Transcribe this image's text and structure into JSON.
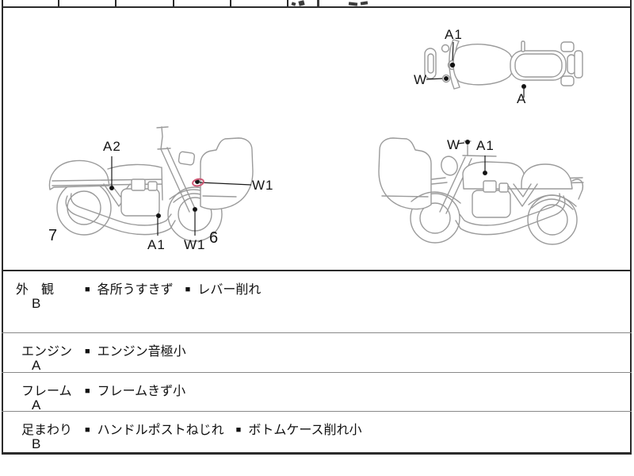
{
  "colors": {
    "sketch_line": "#9b9b9b",
    "border": "#2b2b2b",
    "text": "#111111",
    "damage_mark_red": "#cf5a76"
  },
  "diagram": {
    "callouts": {
      "top_a1": "A1",
      "top_w": "W",
      "top_a": "A",
      "side1_a2": "A2",
      "side1_a1": "A1",
      "side1_w1_fork": "W1",
      "side1_w1_front": "W1",
      "side1_wheel_7": "7",
      "side1_wheel_6": "6",
      "side2_w": "W",
      "side2_a1": "A1"
    }
  },
  "inspection_table": {
    "bullet": "■",
    "rows": [
      {
        "section": "外　観",
        "grade": "B",
        "comments": [
          "各所うすきず",
          "レバー削れ"
        ]
      },
      {
        "section": "エンジン",
        "grade": "A",
        "comments": [
          "エンジン音極小"
        ]
      },
      {
        "section": "フレーム",
        "grade": "A",
        "comments": [
          "フレームきず小"
        ]
      },
      {
        "section": "足まわり",
        "grade": "B",
        "comments": [
          "ハンドルポストねじれ",
          "ボトムケース削れ小"
        ]
      }
    ]
  }
}
